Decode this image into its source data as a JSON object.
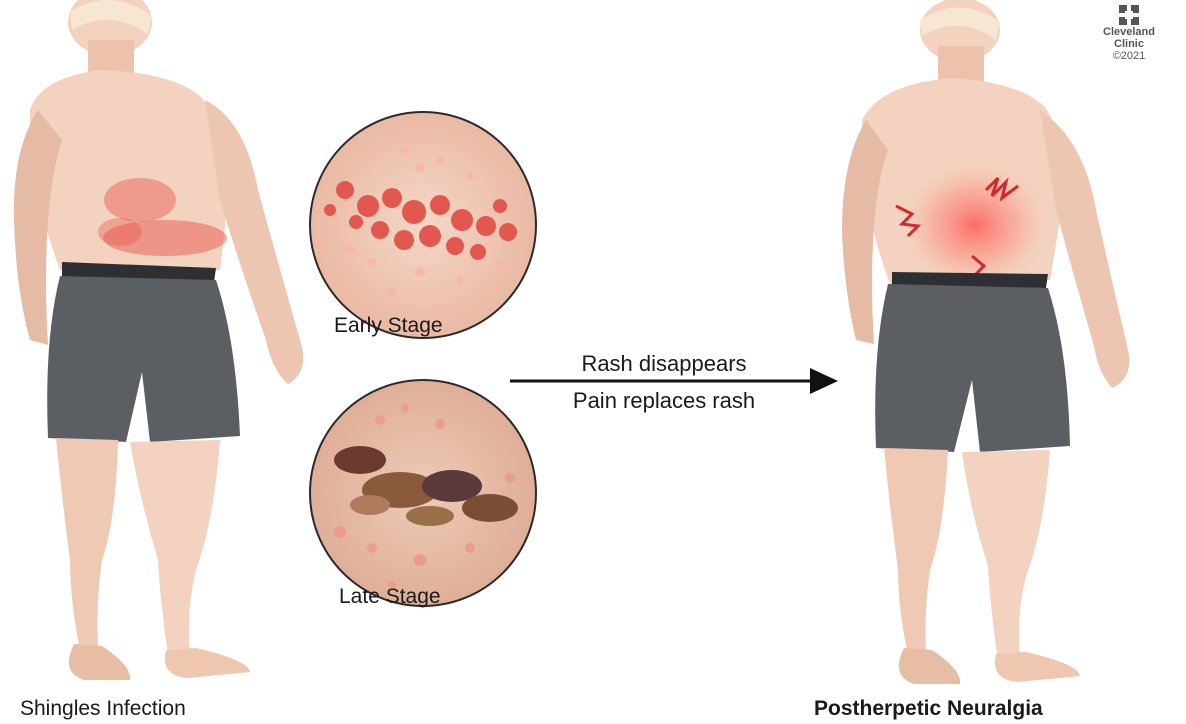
{
  "logo": {
    "line1": "Cleveland",
    "line2": "Clinic",
    "year": "©2021"
  },
  "labels": {
    "early_stage": "Early Stage",
    "late_stage": "Late Stage",
    "rash_disappears": "Rash disappears",
    "pain_replaces": "Pain replaces rash",
    "left_caption": "Shingles Infection",
    "right_caption": "Postherpetic Neuralgia"
  },
  "colors": {
    "skin": "#f3d2bf",
    "skin_shadow": "#e2b49c",
    "shorts": "#5b5e63",
    "rash": "#e8584f",
    "pain": "#ff5a5a",
    "arrow": "#111111"
  }
}
